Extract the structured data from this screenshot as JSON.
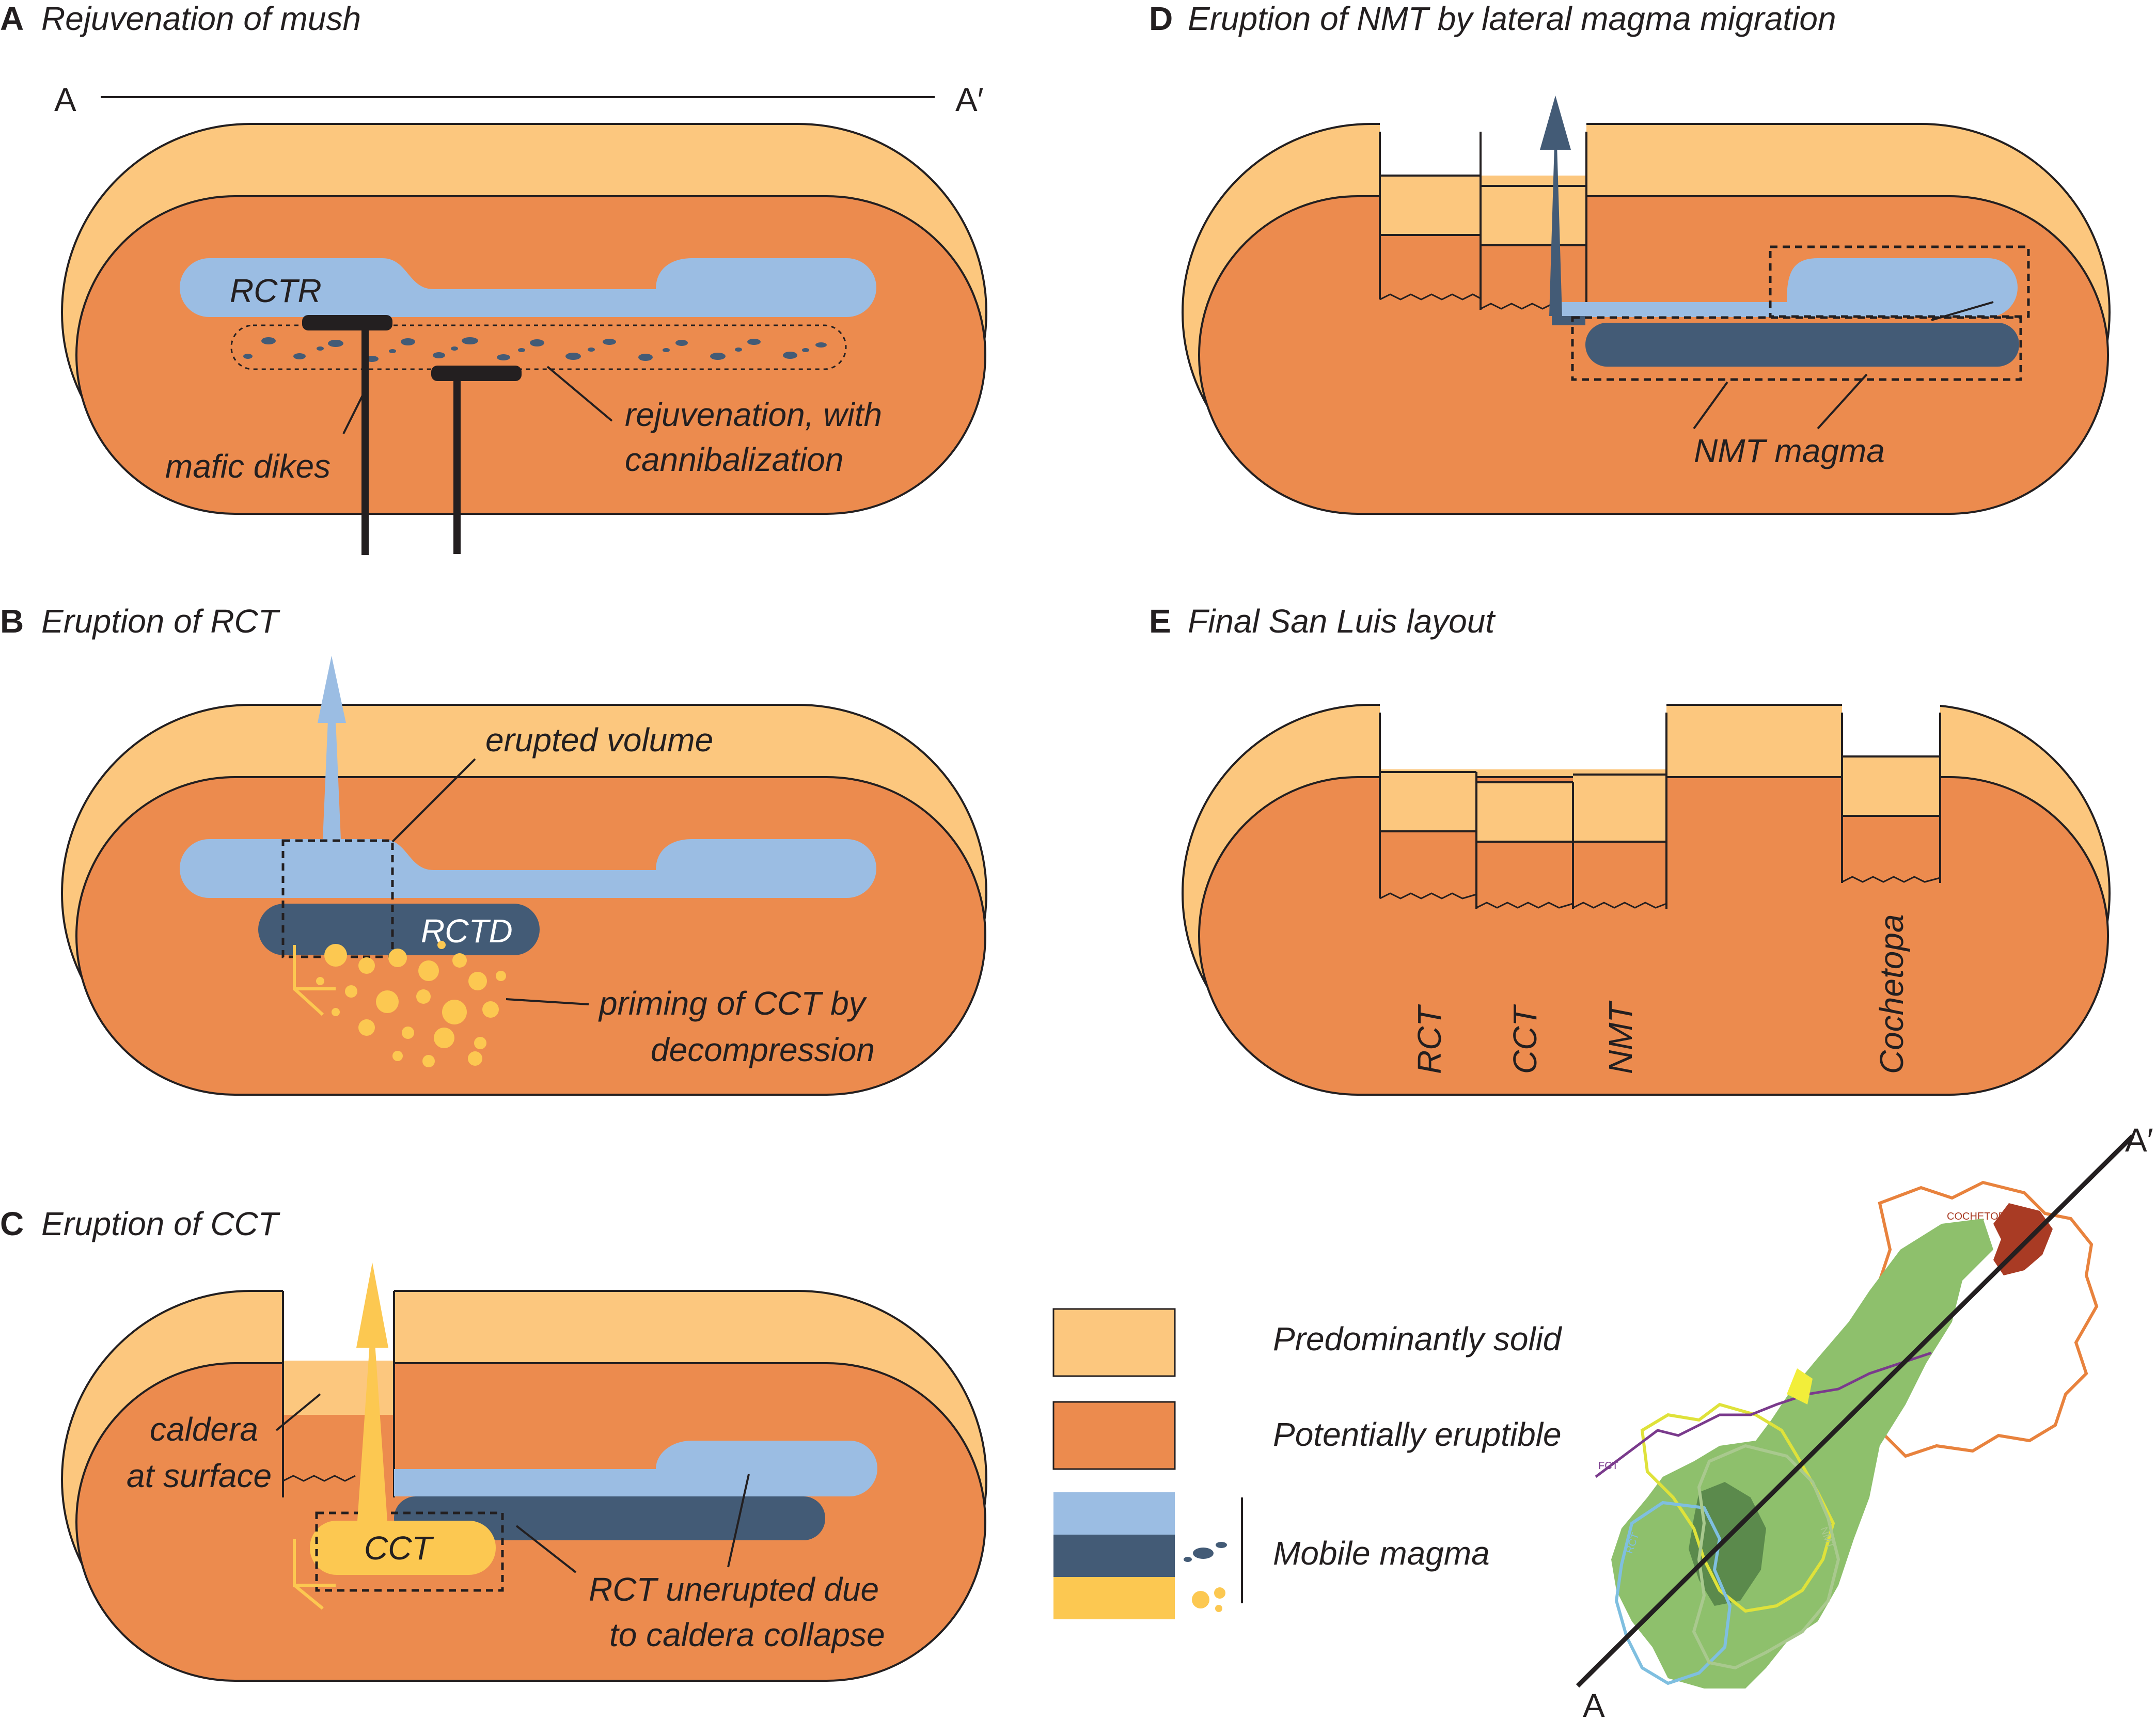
{
  "colors": {
    "solid": "#fcc77e",
    "eruptible": "#ec8b4e",
    "magma_light": "#9bbde3",
    "magma_dark": "#435b76",
    "magma_yellow": "#fcc851",
    "outline": "#231f20",
    "map_green": "#8ec06c",
    "map_dark_green": "#5b8a4c",
    "cochetopa_outline": "#e8823d",
    "cochetopa_fill": "#a93b24"
  },
  "panels": {
    "a": {
      "letter": "A",
      "title": "Rejuvenation of mush",
      "section_start": "A",
      "section_end": "A′",
      "magma_label": "RCTR",
      "dikes_label": "mafic dikes",
      "rejuv_label_1": "rejuvenation, with",
      "rejuv_label_2": "cannibalization"
    },
    "b": {
      "letter": "B",
      "title": "Eruption of RCT",
      "erupted_label": "erupted volume",
      "magma_label": "RCTD",
      "priming_label_1": "priming of CCT by",
      "priming_label_2": "decompression"
    },
    "c": {
      "letter": "C",
      "title": "Eruption of CCT",
      "caldera_label_1": "caldera",
      "caldera_label_2": "at surface",
      "magma_label": "CCT",
      "unerupted_label_1": "RCT unerupted due",
      "unerupted_label_2": "to caldera collapse"
    },
    "d": {
      "letter": "D",
      "title": "Eruption of NMT by lateral magma migration",
      "nmt_label": "NMT magma"
    },
    "e": {
      "letter": "E",
      "title": "Final San Luis layout",
      "calderas": [
        "RCT",
        "CCT",
        "NMT",
        "Cochetopa"
      ]
    }
  },
  "legend": {
    "solid": "Predominantly solid",
    "eruptible": "Potentially eruptible",
    "mobile": "Mobile magma"
  },
  "map": {
    "section_start": "A",
    "section_end": "A′",
    "labels": {
      "cochetopa": "COCHETOPA",
      "fct": "FCT",
      "rct": "RCT",
      "nmt": "NMT"
    }
  }
}
